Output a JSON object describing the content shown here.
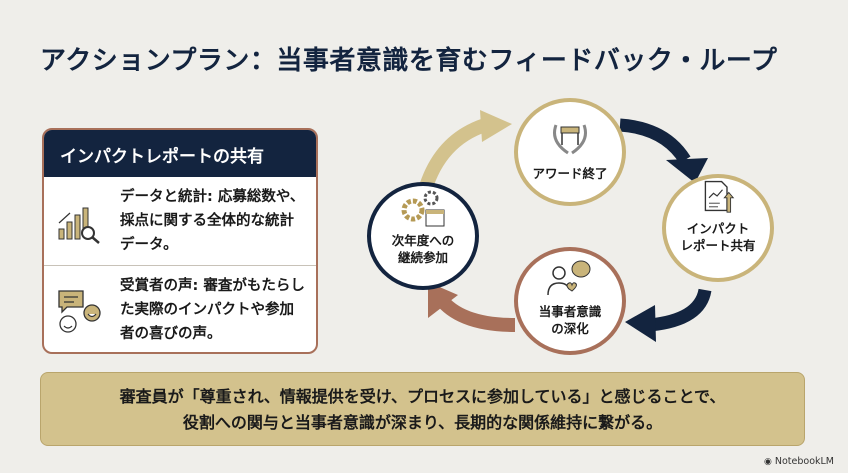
{
  "title": "アクションプラン：当事者意識を育むフィードバック・ループ",
  "panel": {
    "header": "インパクトレポートの共有",
    "items": [
      {
        "icon": "bar-chart-magnifier-icon",
        "line1": "データと統計: 応募総数や、",
        "line2": "採点に関する全体的な統計",
        "line3": "データ。"
      },
      {
        "icon": "speech-bubble-smiley-icon",
        "line1": "受賞者の声: 審査がもたらし",
        "line2": "た実際のインパクトや参加",
        "line3": "者の喜びの声。"
      }
    ]
  },
  "cycle": [
    {
      "icon": "laurel-award-icon",
      "line1": "アワード終了",
      "line2": ""
    },
    {
      "icon": "report-chart-icon",
      "line1": "インパクト",
      "line2": "レポート共有"
    },
    {
      "icon": "person-brain-heart-icon",
      "line1": "当事者意識",
      "line2": "の深化"
    },
    {
      "icon": "gears-calendar-icon",
      "line1": "次年度への",
      "line2": "継続参加"
    }
  ],
  "banner": {
    "line1": "審査員が「尊重され、情報提供を受け、プロセスに参加している」と感じることで、",
    "line2": "役割への関与と当事者意識が深まり、長期的な関係維持に繋がる。"
  },
  "footer": {
    "logo": "NotebookLM"
  },
  "colors": {
    "navy": "#13243f",
    "gold": "#c9b47a",
    "brown": "#a8705a",
    "bg": "#efeeea"
  }
}
